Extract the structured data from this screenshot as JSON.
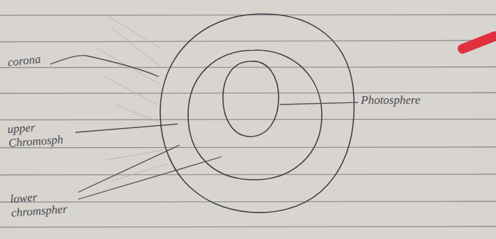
{
  "diagram": {
    "labels": [
      "corona",
      "upper Chromosph",
      "lower chromspher",
      "Photosphere"
    ]
  }
}
